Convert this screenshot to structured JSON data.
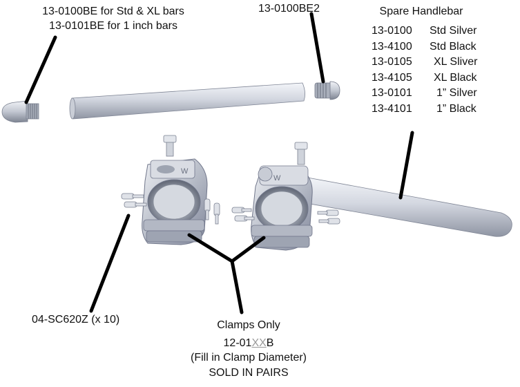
{
  "bar_ends": {
    "std_xl_line": "13-0100BE  for Std & XL bars",
    "inch_line": "13-0101BE for 1 inch bars",
    "alt_part": "13-0100BE2"
  },
  "spare_handlebar": {
    "title": "Spare Handlebar",
    "items": [
      {
        "part": "13-0100",
        "desc": "Std Silver"
      },
      {
        "part": "13-4100",
        "desc": "Std Black"
      },
      {
        "part": "13-0105",
        "desc": "XL Sliver"
      },
      {
        "part": "13-4105",
        "desc": "XL Black"
      },
      {
        "part": "13-0101",
        "desc": "1” Silver"
      },
      {
        "part": "13-4101",
        "desc": "1” Black"
      }
    ]
  },
  "screws": {
    "label": "04-SC620Z (x 10)"
  },
  "clamps": {
    "title": "Clamps Only",
    "part_prefix": "12-01",
    "part_placeholder": "XX",
    "part_suffix": "B",
    "note": "(Fill in Clamp Diameter)",
    "sold": "SOLD IN PAIRS",
    "logo_letter": "W"
  },
  "colors": {
    "metal_light": "#e4e7ee",
    "metal_mid": "#b7bcc8",
    "metal_dark": "#7b8190",
    "leader": "#000000"
  }
}
